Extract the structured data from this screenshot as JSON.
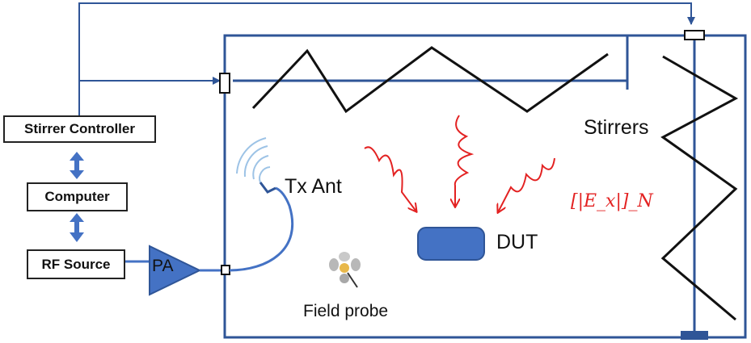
{
  "blocks": {
    "stirrer_controller": "Stirrer Controller",
    "computer": "Computer",
    "rf_source": "RF Source",
    "amplifier": "PA"
  },
  "labels": {
    "tx_antenna": "Tx Ant",
    "dut": "DUT",
    "stirrers": "Stirrers",
    "field_probe": "Field probe",
    "field_formula": "[|E_x|]_N"
  },
  "colors": {
    "chamber": "#2f5597",
    "accent": "#4472c4",
    "waves": "#e32222",
    "stirrer": "#111111"
  }
}
